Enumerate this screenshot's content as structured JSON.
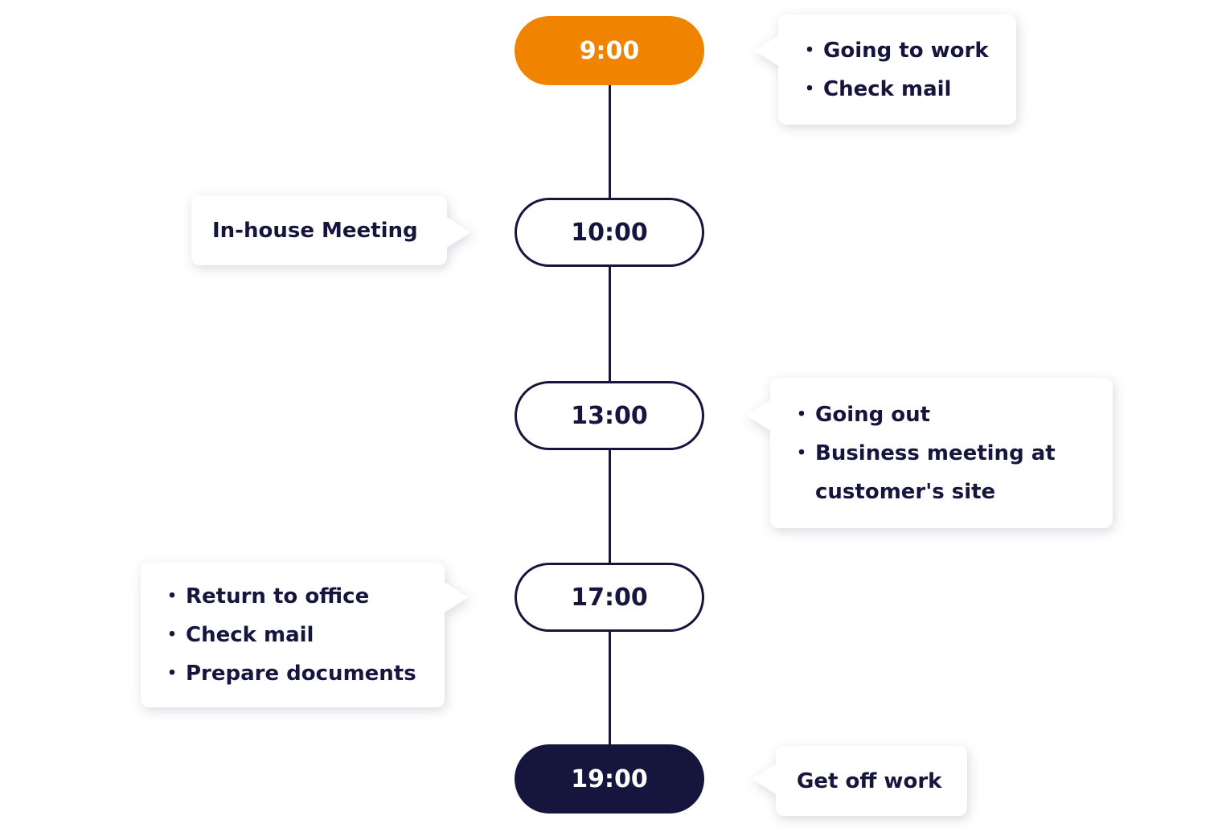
{
  "colors": {
    "accent_orange": "#F08300",
    "navy": "#15153D",
    "page_bg": "#FFFFFF"
  },
  "bullet": "・",
  "timeline": {
    "nodes": [
      {
        "time": "9:00",
        "style": "orange",
        "bubble": {
          "side": "right",
          "bulleted": true,
          "items": [
            "Going to work",
            "Check mail"
          ]
        }
      },
      {
        "time": "10:00",
        "style": "outline",
        "bubble": {
          "side": "left",
          "bulleted": false,
          "items": [
            "In-house Meeting"
          ]
        }
      },
      {
        "time": "13:00",
        "style": "outline",
        "bubble": {
          "side": "right",
          "bulleted": true,
          "items": [
            "Going out",
            "Business meeting at customer's site"
          ]
        }
      },
      {
        "time": "17:00",
        "style": "outline",
        "bubble": {
          "side": "left",
          "bulleted": true,
          "items": [
            "Return to office",
            "Check mail",
            "Prepare documents"
          ]
        }
      },
      {
        "time": "19:00",
        "style": "navy",
        "bubble": {
          "side": "right",
          "bulleted": false,
          "items": [
            "Get off work"
          ]
        }
      }
    ]
  }
}
